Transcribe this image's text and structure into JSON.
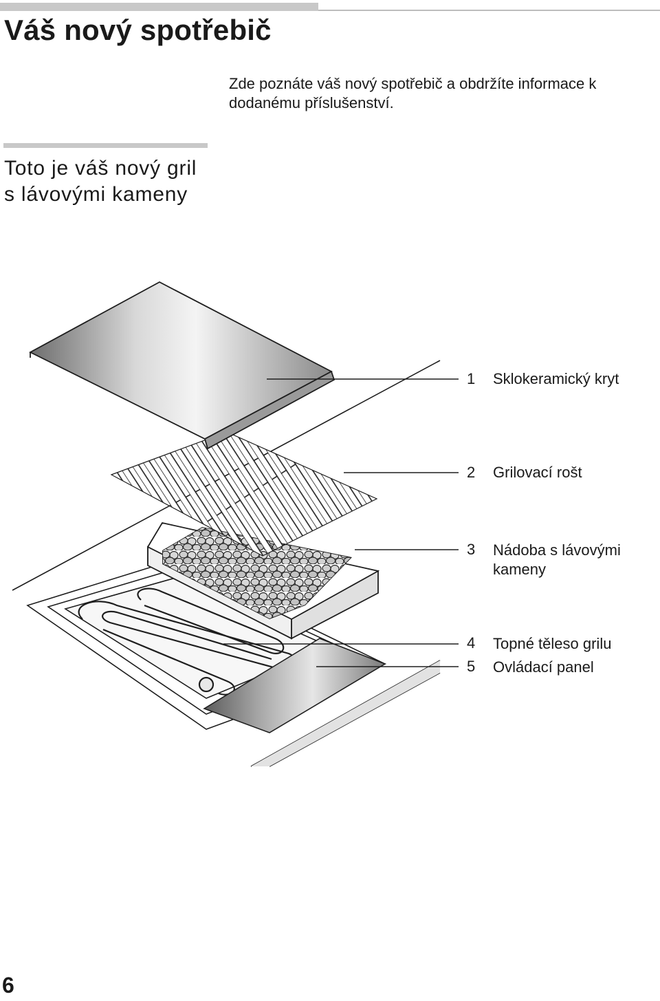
{
  "page": {
    "title": "Váš nový spotřebič",
    "intro": "Zde poznáte váš nový spotřebič a obdržíte informace k dodanému příslušenství.",
    "section_heading": "Toto je váš nový gril s lávovými kameny",
    "page_number": "6"
  },
  "legend": [
    {
      "num": "1",
      "text": "Sklokeramický kryt"
    },
    {
      "num": "2",
      "text": "Grilovací rošt"
    },
    {
      "num": "3",
      "text": "Nádoba s lávovými kameny"
    },
    {
      "num": "4",
      "text": "Topné těleso grilu"
    },
    {
      "num": "5",
      "text": "Ovládací panel"
    }
  ],
  "colors": {
    "text": "#1a1a1a",
    "rule": "#c8c8c8",
    "metal_dark": "#6e6e6e",
    "metal_light": "#f2f2f2",
    "stone": "#c9c9c9"
  }
}
